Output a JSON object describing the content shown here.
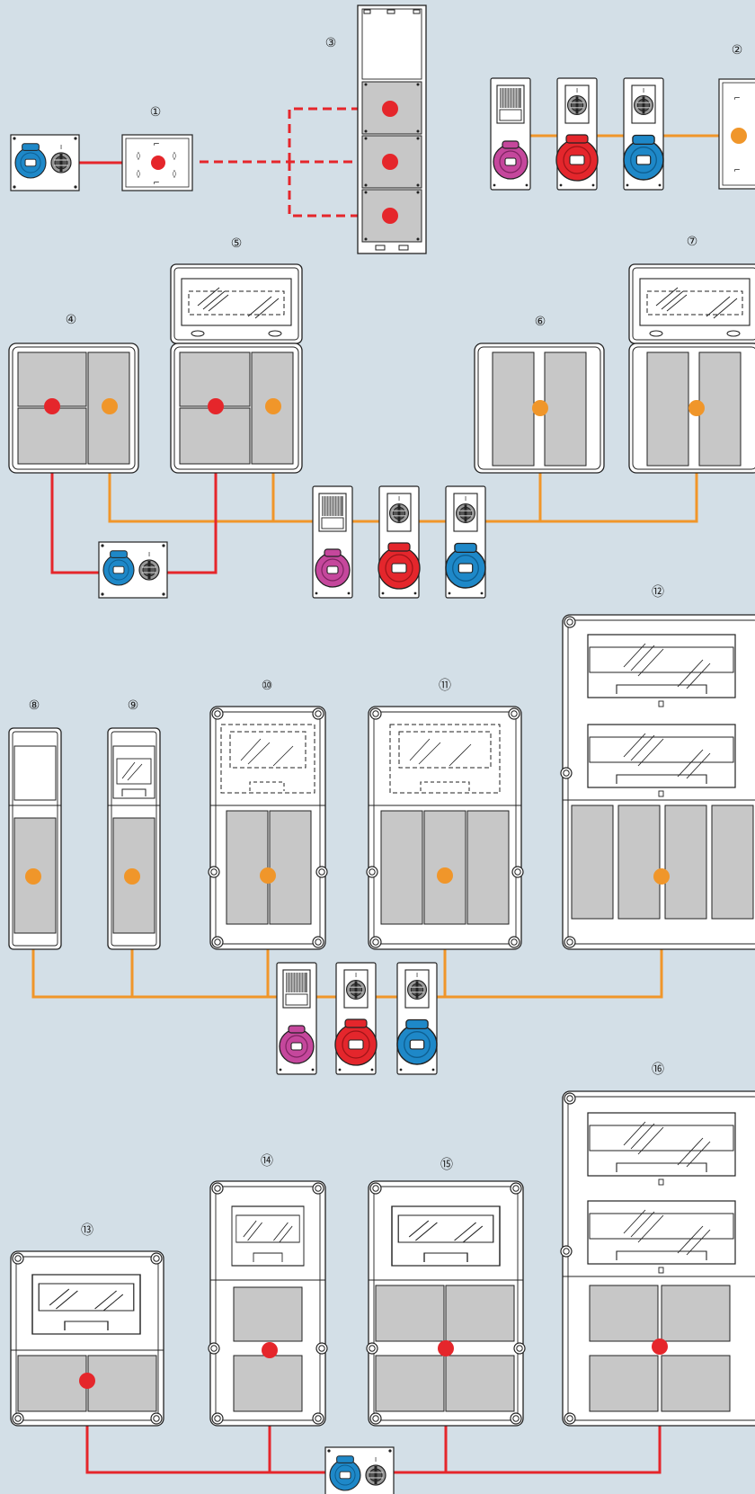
{
  "colors": {
    "background": "#d3dfe7",
    "line_red": "#e5262b",
    "line_orange": "#f0962a",
    "socket_blue": "#1e88c8",
    "socket_red": "#e4262c",
    "socket_magenta": "#c5479c",
    "panel_fill": "#c7c7c7",
    "housing_fill": "#ffffff",
    "outline": "#222222"
  },
  "labels": {
    "n1": "①",
    "n2": "②",
    "n3": "③",
    "n4": "④",
    "n5": "⑤",
    "n6": "⑥",
    "n7": "⑦",
    "n8": "⑧",
    "n9": "⑨",
    "n10": "⑩",
    "n11": "⑪",
    "n12": "⑫",
    "n13": "⑬",
    "n14": "⑭",
    "n15": "⑮",
    "n16": "⑯"
  },
  "icons": {
    "socket": "round-industrial-socket-icon",
    "switch": "rotary-switch-icon",
    "meter": "sub-meter-icon"
  }
}
